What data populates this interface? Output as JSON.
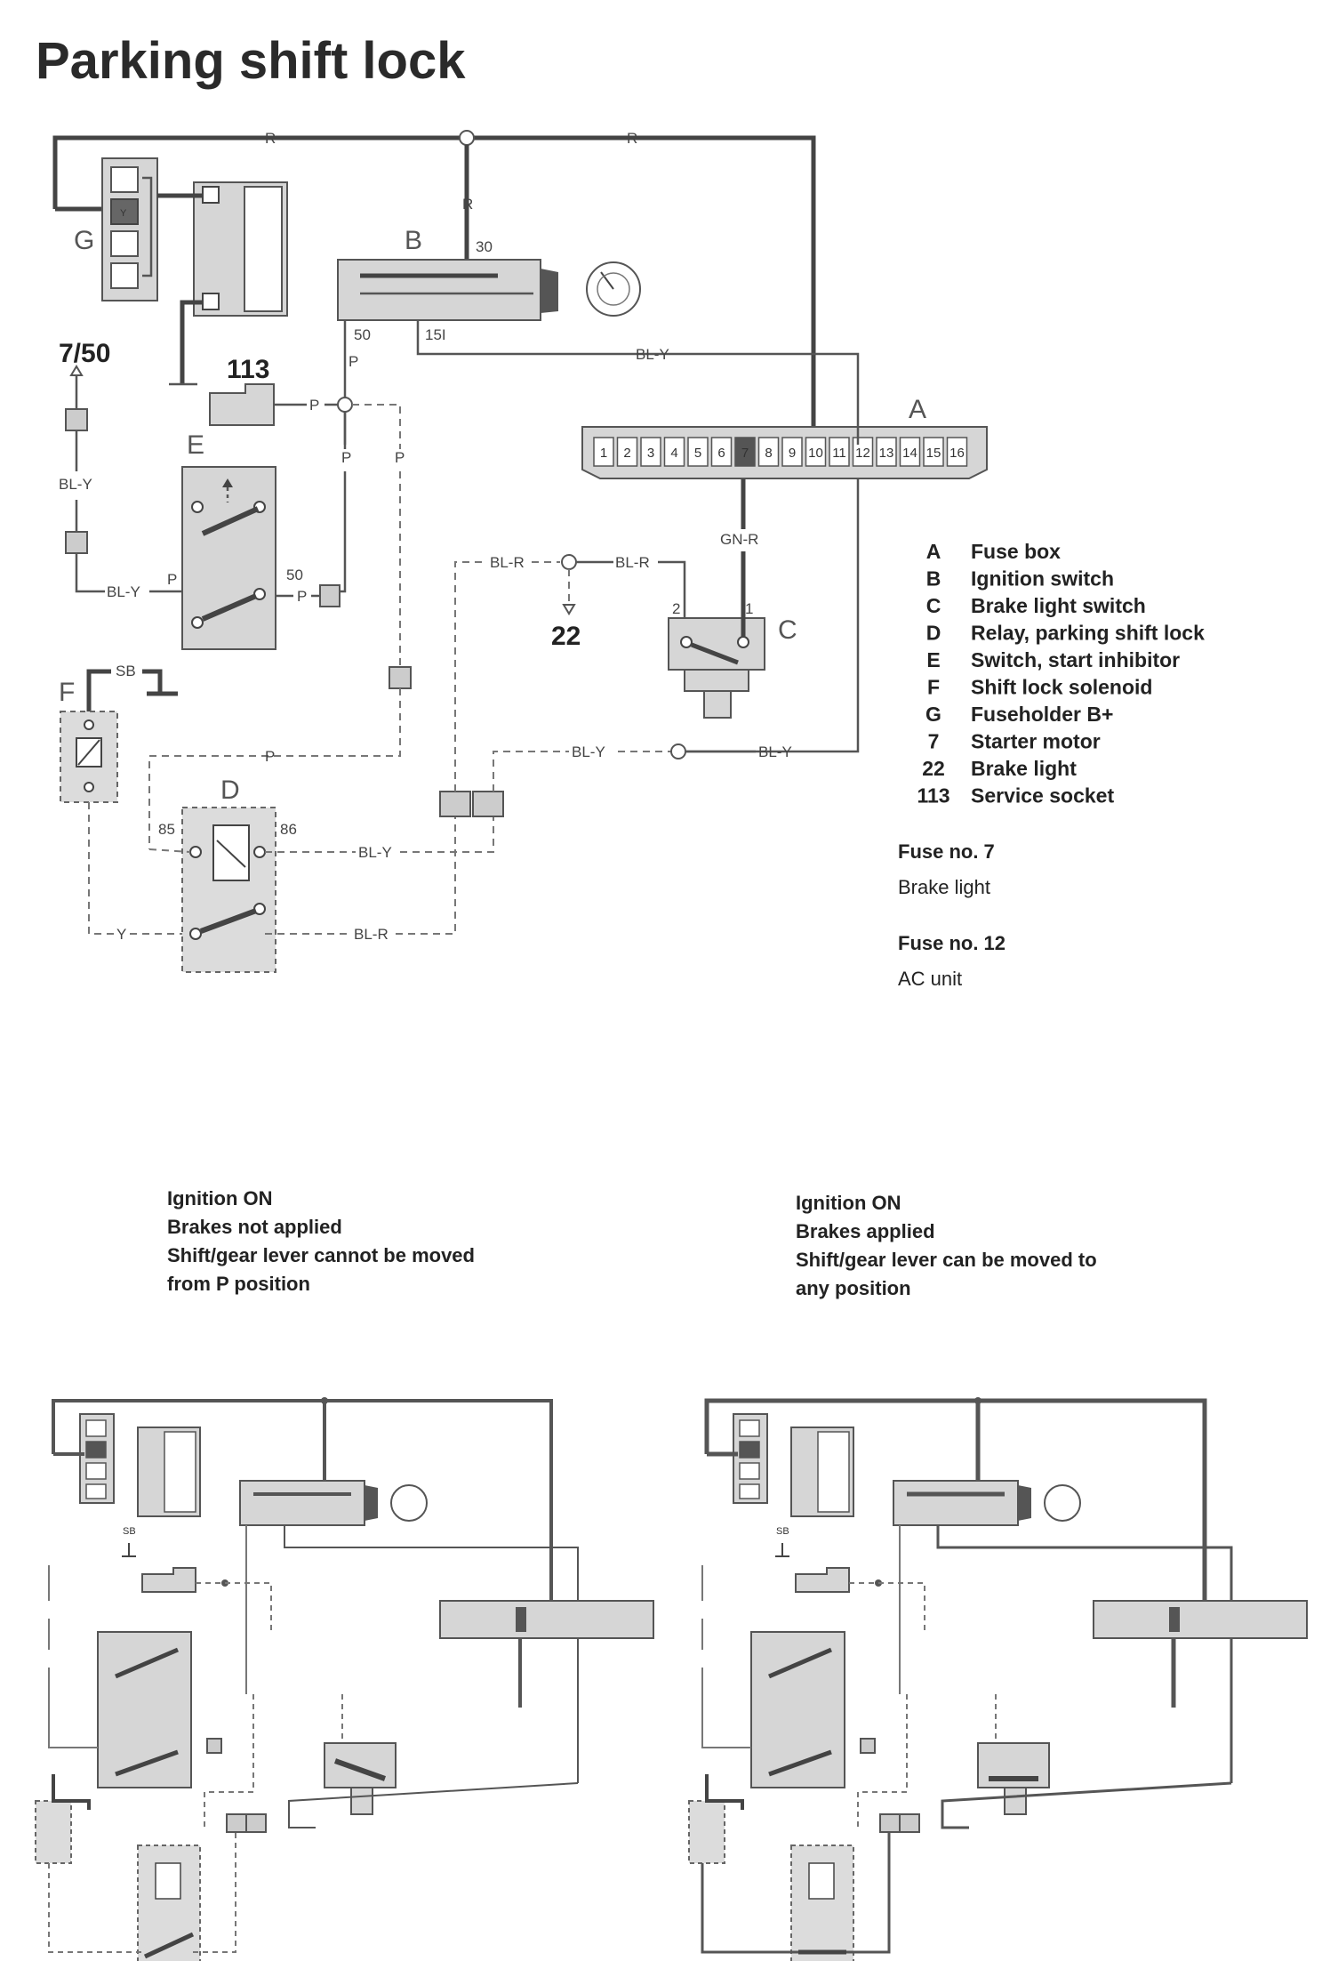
{
  "title": "Parking shift lock",
  "component_labels": {
    "A": "A",
    "B": "B",
    "C": "C",
    "D": "D",
    "E": "E",
    "F": "F",
    "G": "G",
    "ref_7_50": "7/50",
    "ref_113": "113",
    "ref_22": "22"
  },
  "wire_labels": {
    "r_left": "R",
    "r_right": "R",
    "r_down": "R",
    "bl_y_top": "BL-Y",
    "p_113": "P",
    "p_down1": "P",
    "p_down2": "P",
    "p_dash": "P",
    "p_e": "P",
    "p_50": "P",
    "bl_y_left": "BL-Y",
    "bl_y_e": "BL-Y",
    "sb": "SB",
    "gn_r": "GN-R",
    "bl_r_1": "BL-R",
    "bl_r_2": "BL-R",
    "bl_y_mid1": "BL-Y",
    "bl_y_mid2": "BL-Y",
    "p_long": "P",
    "bl_y_86": "BL-Y",
    "y_bottom": "Y",
    "bl_r_bottom": "BL-R",
    "y_g": "Y"
  },
  "terminals": {
    "t30": "30",
    "t50b": "50",
    "t15i": "15I",
    "t50e": "50",
    "t85": "85",
    "t86": "86",
    "t1": "1",
    "t2": "2"
  },
  "fuse_box_cells": [
    "1",
    "2",
    "3",
    "4",
    "5",
    "6",
    "7",
    "8",
    "9",
    "10",
    "11",
    "12",
    "13",
    "14",
    "15",
    "16"
  ],
  "legend": [
    {
      "code": "A",
      "text": "Fuse box"
    },
    {
      "code": "B",
      "text": "Ignition switch"
    },
    {
      "code": "C",
      "text": "Brake light switch"
    },
    {
      "code": "D",
      "text": "Relay, parking shift lock"
    },
    {
      "code": "E",
      "text": "Switch, start inhibitor"
    },
    {
      "code": "F",
      "text": "Shift lock solenoid"
    },
    {
      "code": "G",
      "text": "Fuseholder B+"
    },
    {
      "code": "7",
      "text": "Starter motor"
    },
    {
      "code": "22",
      "text": "Brake light"
    },
    {
      "code": "113",
      "text": "Service socket"
    }
  ],
  "fuse_notes": [
    {
      "heading": "Fuse no. 7",
      "text": "Brake light"
    },
    {
      "heading": "Fuse no. 12",
      "text": "AC unit"
    }
  ],
  "captions": {
    "left": [
      "Ignition ON",
      "Brakes not applied",
      "Shift/gear lever cannot be moved",
      "from P position"
    ],
    "right": [
      "Ignition ON",
      "Brakes applied",
      "Shift/gear lever can be moved to",
      "any position"
    ]
  },
  "mini_sb": "SB"
}
